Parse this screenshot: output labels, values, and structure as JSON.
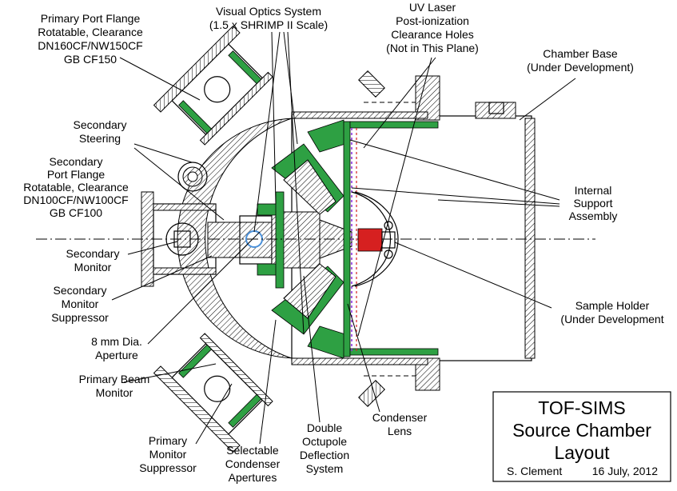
{
  "labels": {
    "primary_port_flange": [
      "Primary Port Flange",
      "Rotatable, Clearance",
      "DN160CF/NW150CF",
      "GB CF150"
    ],
    "visual_optics": [
      "Visual Optics System",
      "(1.5 x SHRIMP II Scale)"
    ],
    "uv_laser": [
      "UV Laser",
      "Post-ionization",
      "Clearance Holes",
      "(Not in This Plane)"
    ],
    "chamber_base": [
      "Chamber Base",
      "(Under Development)"
    ],
    "secondary_steering": [
      "Secondary",
      "Steering"
    ],
    "secondary_port_flange": [
      "Secondary",
      "Port Flange",
      "Rotatable, Clearance",
      "DN100CF/NW100CF",
      "GB CF100"
    ],
    "internal_support": [
      "Internal",
      "Support",
      "Assembly"
    ],
    "secondary_monitor": [
      "Secondary",
      "Monitor"
    ],
    "secondary_monitor_suppressor": [
      "Secondary",
      "Monitor",
      "Suppressor"
    ],
    "sample_holder": [
      "Sample Holder",
      "(Under Development"
    ],
    "aperture_8mm": [
      "8 mm Dia.",
      "Aperture"
    ],
    "primary_beam_monitor": [
      "Primary Beam",
      "Monitor"
    ],
    "primary_monitor_suppressor": [
      "Primary",
      "Monitor",
      "Suppressor"
    ],
    "selectable_condenser": [
      "Selectable",
      "Condenser",
      "Apertures"
    ],
    "double_octupole": [
      "Double",
      "Octupole",
      "Deflection",
      "System"
    ],
    "condenser_lens": [
      "Condenser",
      "Lens"
    ]
  },
  "title_block": {
    "line1": "TOF-SIMS",
    "line2": "Source Chamber",
    "line3": "Layout",
    "author": "S. Clement",
    "date": "16 July, 2012"
  },
  "colors": {
    "green": "#2ea043",
    "red": "#d62020",
    "blue": "#4a90d9",
    "purple": "#8a2be2"
  }
}
